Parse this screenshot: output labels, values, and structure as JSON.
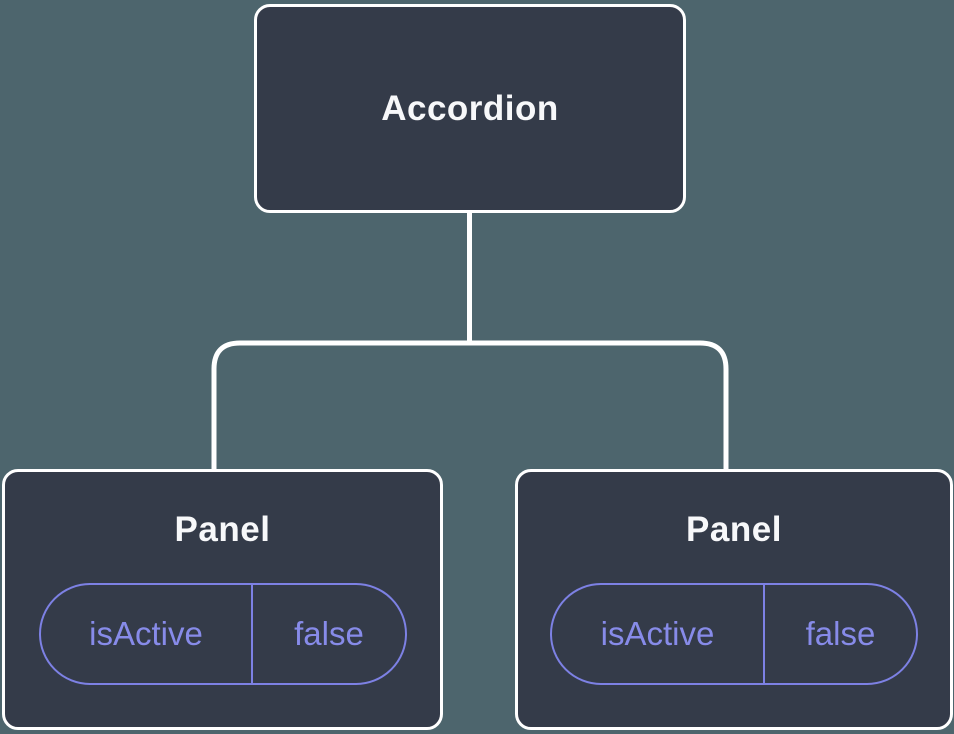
{
  "canvas": {
    "kind": "component-tree-diagram"
  },
  "colors": {
    "background": "#4D656D",
    "node_fill": "#343B49",
    "node_border": "#FFFFFF",
    "node_text": "#F7F8FA",
    "connector": "#FFFFFF",
    "accent": "#7D81E4",
    "accent_text": "#878BE9"
  },
  "tree": {
    "root": {
      "label": "Accordion"
    },
    "children": [
      {
        "label": "Panel",
        "props": [
          {
            "name": "isActive",
            "value": "false"
          }
        ]
      },
      {
        "label": "Panel",
        "props": [
          {
            "name": "isActive",
            "value": "false"
          }
        ]
      }
    ]
  }
}
